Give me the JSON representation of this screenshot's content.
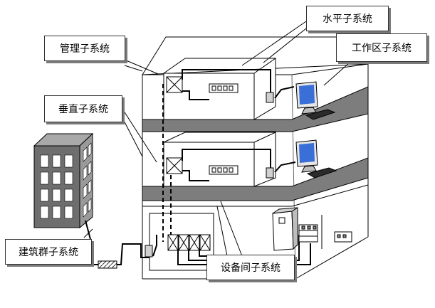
{
  "labels": {
    "horizontal": "水平子系统",
    "management": "管理子系统",
    "work_area": "工作区子系统",
    "backbone": "垂直子系统",
    "campus": "建筑群子系统",
    "equipment_room": "设备间子系统"
  },
  "colors": {
    "floor": "#7d7d7d",
    "tower_front": "#6e6e6e",
    "tower_side": "#9a9a9a",
    "window": "#ffffff",
    "monitor_screen": "#3a6fd8",
    "outline": "#000000",
    "callout_shadow": "#7a7a7a"
  }
}
